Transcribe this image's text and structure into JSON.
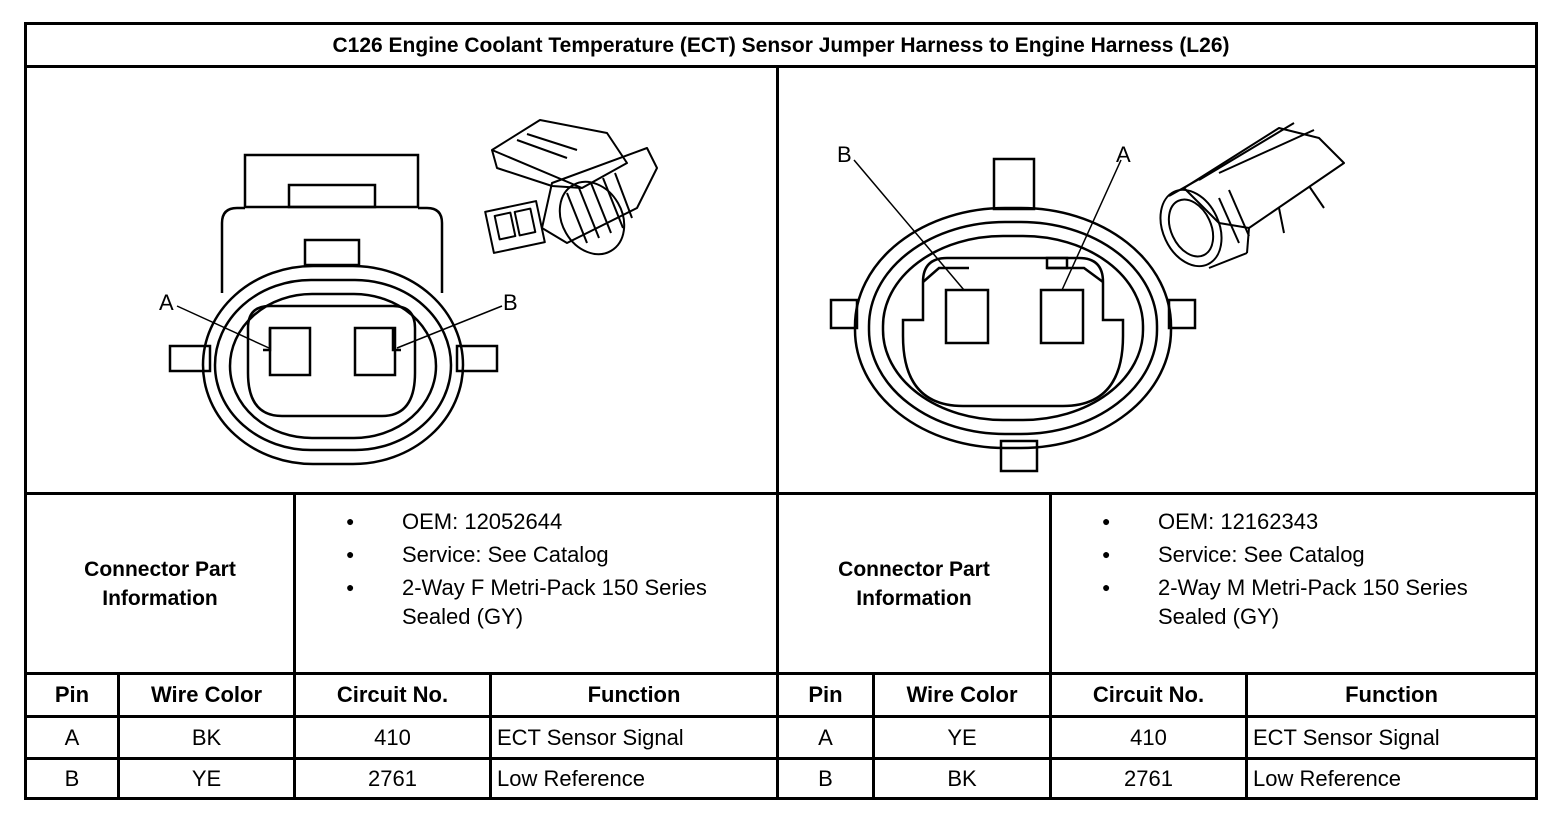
{
  "title": "C126 Engine Coolant Temperature (ECT) Sensor Jumper Harness to Engine Harness (L26)",
  "left": {
    "figure": {
      "pin_labels": [
        "A",
        "B"
      ]
    },
    "connector_label": [
      "Connector Part",
      "Information"
    ],
    "part_info": [
      "OEM: 12052644",
      "Service: See Catalog",
      "2-Way F Metri-Pack 150 Series Sealed (GY)"
    ],
    "table": {
      "headers": [
        "Pin",
        "Wire Color",
        "Circuit No.",
        "Function"
      ],
      "rows": [
        [
          "A",
          "BK",
          "410",
          "ECT Sensor Signal"
        ],
        [
          "B",
          "YE",
          "2761",
          "Low Reference"
        ]
      ]
    }
  },
  "right": {
    "figure": {
      "pin_labels": [
        "B",
        "A"
      ]
    },
    "connector_label": [
      "Connector Part",
      "Information"
    ],
    "part_info": [
      "OEM: 12162343",
      "Service: See Catalog",
      "2-Way M Metri-Pack 150 Series Sealed (GY)"
    ],
    "table": {
      "headers": [
        "Pin",
        "Wire Color",
        "Circuit No.",
        "Function"
      ],
      "rows": [
        [
          "A",
          "YE",
          "410",
          "ECT Sensor Signal"
        ],
        [
          "B",
          "BK",
          "2761",
          "Low Reference"
        ]
      ]
    }
  }
}
